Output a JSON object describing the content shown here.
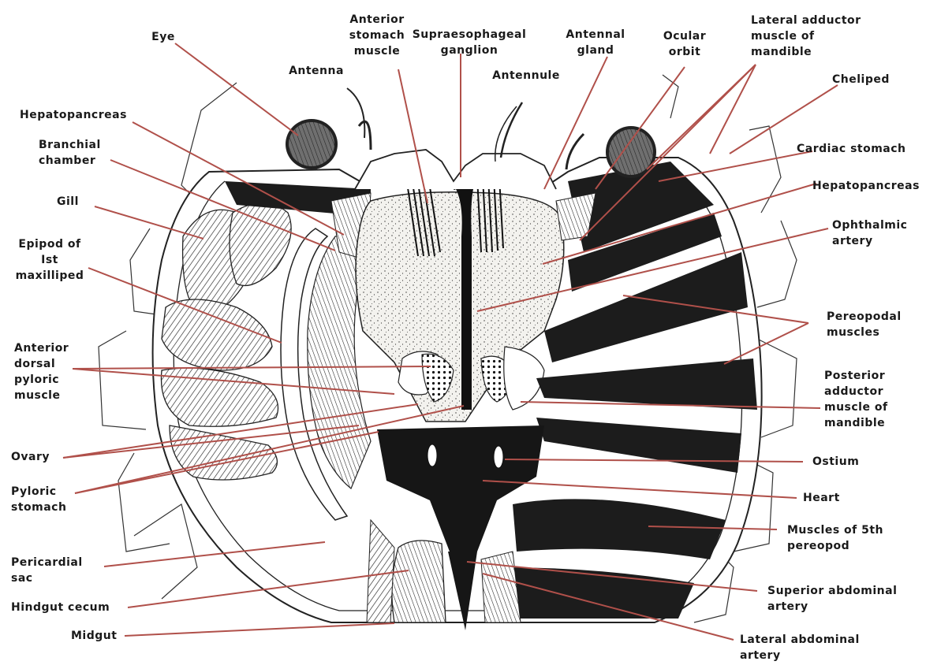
{
  "labels": {
    "eye": "Eye",
    "antenna": "Antenna",
    "anterior_stomach_muscle": [
      "Anterior",
      "stomach",
      "muscle"
    ],
    "supraesophageal_ganglion": [
      "Supraesophageal",
      "ganglion"
    ],
    "antennule": "Antennule",
    "antennal_gland": [
      "Antennal",
      "gland"
    ],
    "ocular_orbit": [
      "Ocular",
      "orbit"
    ],
    "lateral_adductor": [
      "Lateral adductor",
      "muscle of",
      "mandible"
    ],
    "cheliped": "Cheliped",
    "hepatopancreas_left": "Hepatopancreas",
    "branchial_chamber": [
      "Branchial",
      "chamber"
    ],
    "cardiac_stomach": "Cardiac stomach",
    "hepatopancreas_right": "Hepatopancreas",
    "gill": "Gill",
    "epipod": [
      "Epipod of",
      "Ist",
      "maxilliped"
    ],
    "ophthalmic_artery": [
      "Ophthalmic",
      "artery"
    ],
    "pereopodal_muscles": [
      "Pereopodal",
      "muscles"
    ],
    "anterior_dorsal_pyloric": [
      "Anterior",
      "dorsal",
      "pyloric",
      "muscle"
    ],
    "posterior_adductor": [
      "Posterior",
      "adductor",
      "muscle of",
      "mandible"
    ],
    "ovary": "Ovary",
    "ostium": "Ostium",
    "pyloric_stomach": [
      "Pyloric",
      "stomach"
    ],
    "heart": "Heart",
    "muscles_5th": [
      "Muscles of 5th",
      "pereopod"
    ],
    "pericardial_sac": [
      "Pericardial",
      "sac"
    ],
    "superior_abdominal": [
      "Superior abdominal",
      "artery"
    ],
    "hindgut_cecum": "Hindgut cecum",
    "midgut": "Midgut",
    "lateral_abdominal": [
      "Lateral abdominal",
      "artery"
    ]
  },
  "colors": {
    "leader": "#b0504a",
    "ink": "#1a1a1a",
    "stipple_bg": "#f1f0ec"
  }
}
